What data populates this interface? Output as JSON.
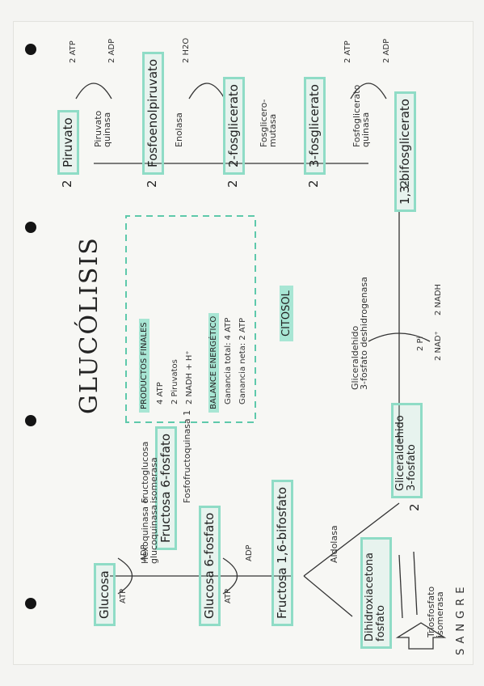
{
  "title": "GLUCÓLISIS",
  "compartments": {
    "blood": "SANGRE",
    "cytosol": "CITOSOL"
  },
  "molecules": {
    "glucosa": "Glucosa",
    "g6p": "Glucosa 6-fosfato",
    "f6p": "Fructosa 6-fosfato",
    "f16bp": "Fructosa 1,6-bifosfato",
    "dhap": "Dihidroxiacetona fosfato",
    "g3p": "Gliceraldehido 3-fosfato",
    "bpg13": "1,3-bifosglicerato",
    "pg3": "3-fosglicerato",
    "pg2": "2-fosglicerato",
    "pep": "Fosfoenolpiruvato",
    "piruvato": "Piruvato"
  },
  "enzymes": {
    "hexo": [
      "Hexoquinasa o",
      "glucoquinasa"
    ],
    "fgi": [
      "Fructoglucosa",
      "isomerasa"
    ],
    "pfk": "Fosfofructoquinasa 1",
    "aldolasa": "Aldolasa",
    "tpi": [
      "Triosfosfato",
      "isomerasa"
    ],
    "g3pdh": [
      "Gliceraldehido",
      "3-fosfato deshidrogenasa"
    ],
    "pgk": [
      "Fosfoglicerato",
      "quinasa"
    ],
    "pgm": [
      "Fosglicero-",
      "mutasa"
    ],
    "enolasa": "Enolasa",
    "pk": [
      "Piruvato",
      "quinasa"
    ]
  },
  "cofactors": {
    "atp": "ATP",
    "adp": "ADP",
    "two_pi": "2 Pi",
    "two_nad": "2 NAD⁺",
    "two_nadh": "2 NADH",
    "two_adp": "2 ADP",
    "two_atp": "2 ATP",
    "two_h2o": "2 H2O"
  },
  "coefficients": {
    "two": "2"
  },
  "summary": {
    "final_products_title": "PRODUCTOS FINALES",
    "final_products": [
      "4 ATP",
      "2 Piruvatos",
      "2 NADH + H⁺"
    ],
    "energy_balance_title": "BALANCE ENERGÉTICO",
    "energy_balance": [
      "Ganancia total: 4 ATP",
      "Ganancia neta: 2 ATP"
    ]
  },
  "colors": {
    "highlight": "#8fdcc6",
    "ink": "#222222"
  }
}
